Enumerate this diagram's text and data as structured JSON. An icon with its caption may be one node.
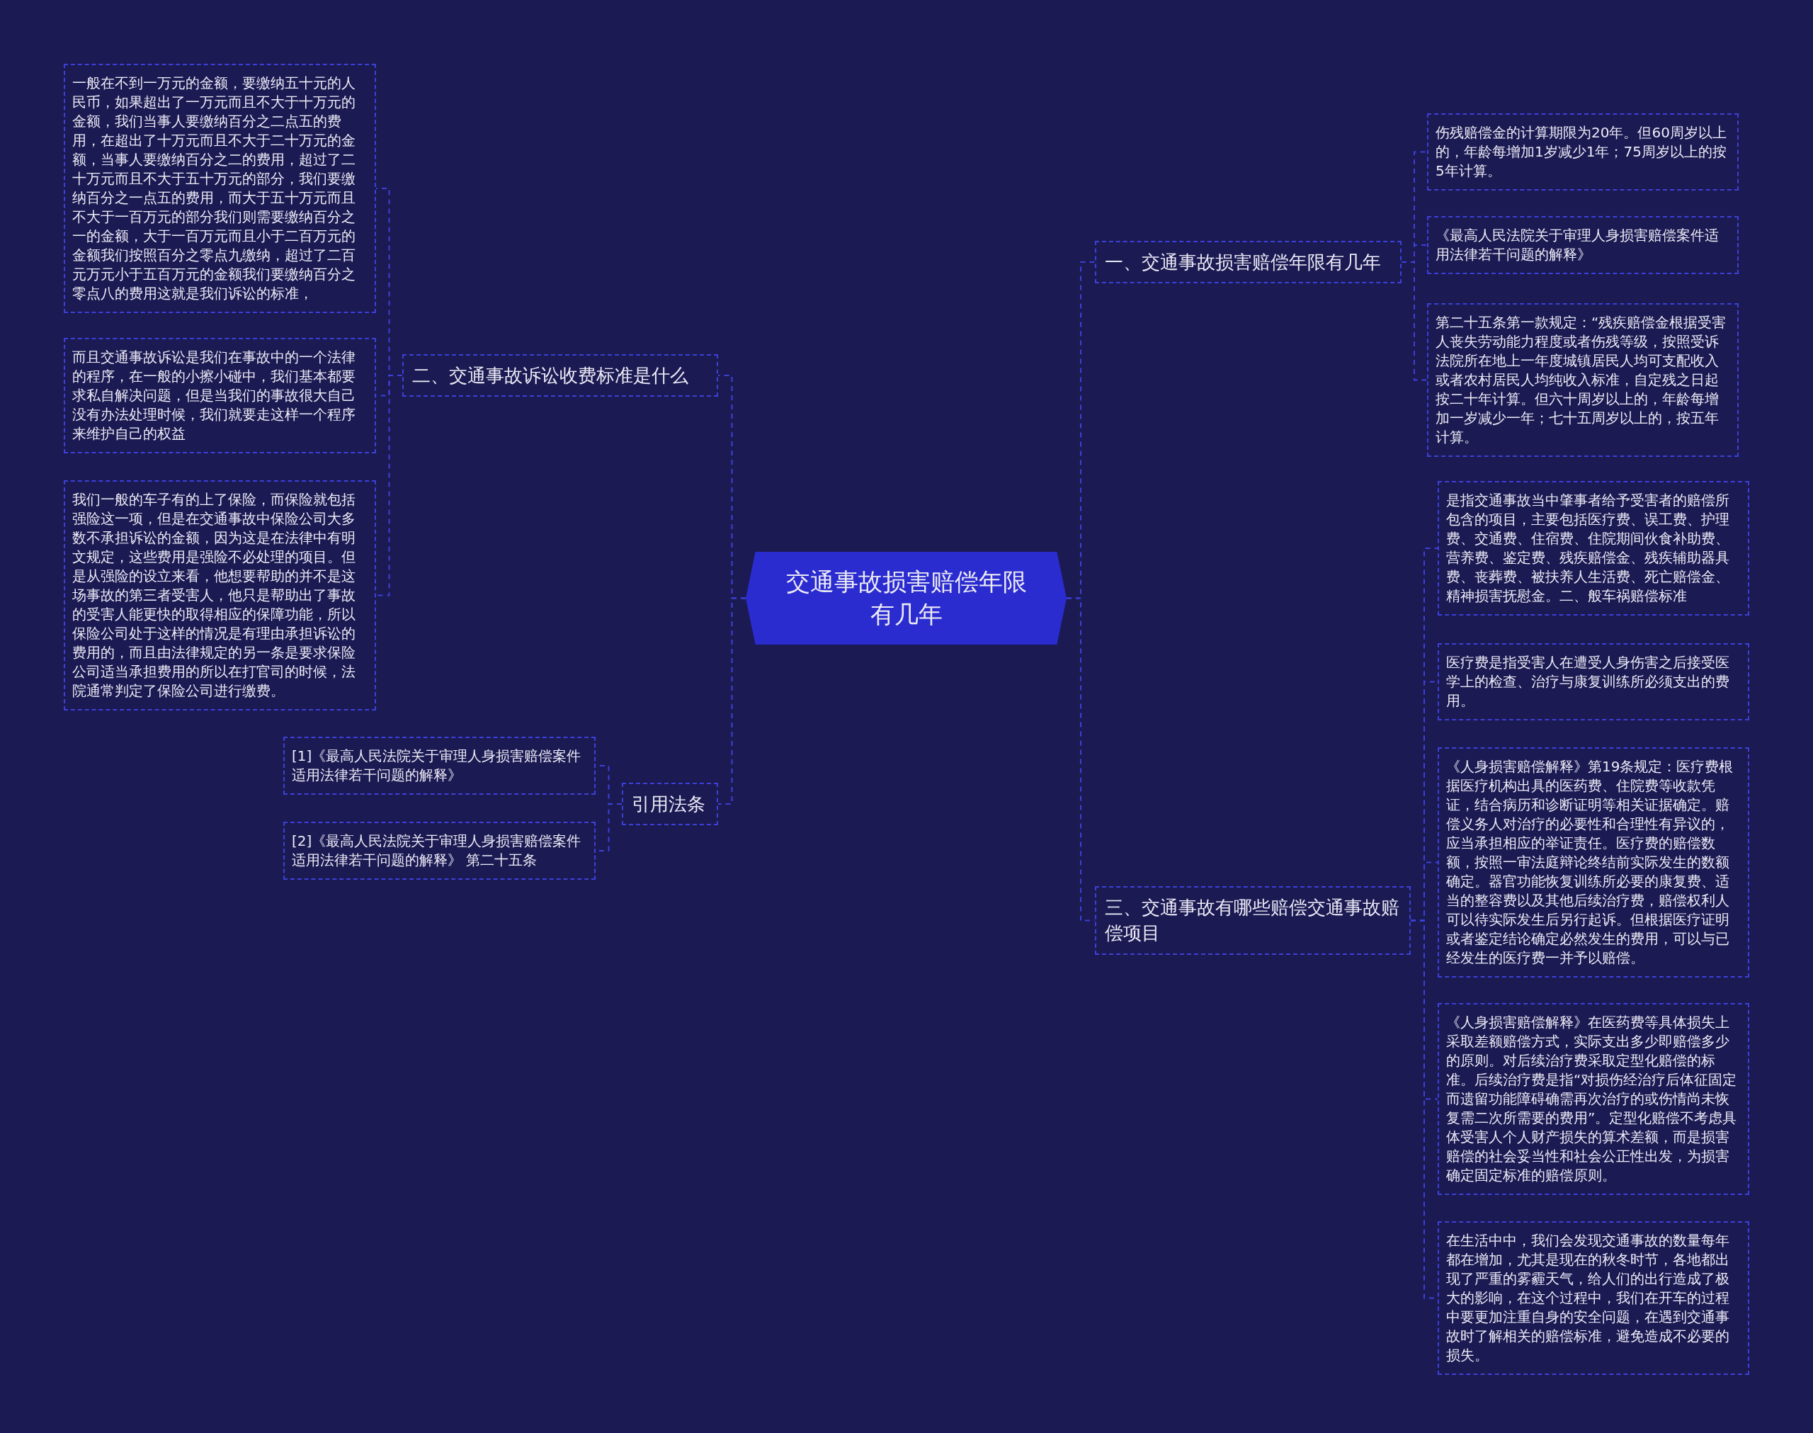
{
  "diagram": {
    "nodes": [
      {
        "text": [
          "交通事故损害赔偿年限有几年"
        ]
      },
      {
        "text": [
          "一、交通事故损害赔偿年限有几年"
        ]
      },
      {
        "text": [
          "伤残赔偿金的计算期限为20年。但60周岁以上的，年龄每增加1岁减少1年；75周岁以上的按5年计算。"
        ]
      },
      {
        "text": [
          "《最高人民法院关于审理人身损害赔偿案件适用法律若干问题的解释》"
        ]
      },
      {
        "text": [
          "第二十五条第一款规定：“残疾赔偿金根据受害人丧失劳动能力程度或者伤残等级，按照受诉法院所在地上一年度城镇居民人均可支配收入或者农村居民人均纯收入标准，自定残之日起按二十年计算。但六十周岁以上的，年龄每增加一岁减少一年；七十五周岁以上的，按五年计算。"
        ]
      },
      {
        "text": [
          "三、交通事故有哪些赔偿交通事故赔偿项目"
        ]
      },
      {
        "text": [
          "是指交通事故当中肇事者给予受害者的赔偿所包含的项目，主要包括医疗费、误工费、护理费、交通费、住宿费、住院期间伙食补助费、营养费、鉴定费、残疾赔偿金、残疾辅助器具费、丧葬费、被扶养人生活费、死亡赔偿金、精神损害抚慰金。二、般车祸赔偿标准"
        ]
      },
      {
        "text": [
          "医疗费是指受害人在遭受人身伤害之后接受医学上的检查、治疗与康复训练所必须支出的费用。"
        ]
      },
      {
        "text": [
          "《人身损害赔偿解释》第19条规定：医疗费根据医疗机构出具的医药费、住院费等收款凭证，结合病历和诊断证明等相关证据确定。赔偿义务人对治疗的必要性和合理性有异议的，应当承担相应的举证责任。医疗费的赔偿数额，按照一审法庭辩论终结前实际发生的数额确定。器官功能恢复训练所必要的康复费、适当的整容费以及其他后续治疗费，赔偿权利人可以待实际发生后另行起诉。但根据医疗证明或者鉴定结论确定必然发生的费用，可以与已经发生的医疗费一并予以赔偿。"
        ]
      },
      {
        "text": [
          "《人身损害赔偿解释》在医药费等具体损失上采取差额赔偿方式，实际支出多少即赔偿多少的原则。对后续治疗费采取定型化赔偿的标准。后续治疗费是指“对损伤经治疗后体征固定而遗留功能障碍确需再次治疗的或伤情尚未恢复需二次所需要的费用”。定型化赔偿不考虑具体受害人个人财产损失的算术差额，而是损害赔偿的社会妥当性和社会公正性出发，为损害确定固定标准的赔偿原则。"
        ]
      },
      {
        "text": [
          "在生活中中，我们会发现交通事故的数量每年都在增加，尤其是现在的秋冬时节，各地都出现了严重的雾霾天气，给人们的出行造成了极大的影响，在这个过程中，我们在开车的过程中要更加注重自身的安全问题，在遇到交通事故时了解相关的赔偿标准，避免造成不必要的损失。"
        ]
      },
      {
        "text": [
          "二、交通事故诉讼收费标准是什么"
        ]
      },
      {
        "text": [
          "一般在不到一万元的金额，要缴纳五十元的人民币，如果超出了一万元而且不大于十万元的金额，我们当事人要缴纳百分之二点五的费用，在超出了十万元而且不大于二十万元的金额，当事人要缴纳百分之二的费用，超过了二十万元而且不大于五十万元的部分，我们要缴纳百分之一点五的费用，而大于五十万元而且不大于一百万元的部分我们则需要缴纳百分之一的金额，大于一百万元而且小于二百万元的金额我们按照百分之零点九缴纳，超过了二百元万元小于五百万元的金额我们要缴纳百分之零点八的费用这就是我们诉讼的标准，"
        ]
      },
      {
        "text": [
          "而且交通事故诉讼是我们在事故中的一个法律的程序，在一般的小擦小碰中，我们基本都要求私自解决问题，但是当我们的事故很大自己没有办法处理时候，我们就要走这样一个程序来维护自己的权益"
        ]
      },
      {
        "text": [
          "我们一般的车子有的上了保险，而保险就包括强险这一项，但是在交通事故中保险公司大多数不承担诉讼的金额，因为这是在法律中有明文规定，这些费用是强险不必处理的项目。但是从强险的设立来看，他想要帮助的并不是这场事故的第三者受害人，他只是帮助出了事故的受害人能更快的取得相应的保障功能，所以保险公司处于这样的情况是有理由承担诉讼的费用的，而且由法律规定的另一条是要求保险公司适当承担费用的所以在打官司的时候，法院通常判定了保险公司进行缴费。"
        ]
      },
      {
        "text": [
          "引用法条"
        ]
      },
      {
        "text": [
          "[1]《最高人民法院关于审理人身损害赔偿案件适用法律若干问题的解释》"
        ]
      },
      {
        "text": [
          "[2]《最高人民法院关于审理人身损害赔偿案件适用法律若干问题的解释》 第二十五条"
        ]
      }
    ],
    "edges": [
      {
        "from": 0,
        "to": 1,
        "arrow": "none",
        "style": "dashed"
      },
      {
        "from": 1,
        "to": 2,
        "arrow": "none",
        "style": "dashed"
      },
      {
        "from": 1,
        "to": 3,
        "arrow": "none",
        "style": "dashed"
      },
      {
        "from": 1,
        "to": 4,
        "arrow": "none",
        "style": "dashed"
      },
      {
        "from": 0,
        "to": 5,
        "arrow": "none",
        "style": "dashed"
      },
      {
        "from": 5,
        "to": 6,
        "arrow": "none",
        "style": "dashed"
      },
      {
        "from": 5,
        "to": 7,
        "arrow": "none",
        "style": "dashed"
      },
      {
        "from": 5,
        "to": 8,
        "arrow": "none",
        "style": "dashed"
      },
      {
        "from": 5,
        "to": 9,
        "arrow": "none",
        "style": "dashed"
      },
      {
        "from": 5,
        "to": 10,
        "arrow": "none",
        "style": "dashed"
      },
      {
        "from": 0,
        "to": 11,
        "arrow": "none",
        "style": "dashed"
      },
      {
        "from": 11,
        "to": 12,
        "arrow": "none",
        "style": "dashed"
      },
      {
        "from": 11,
        "to": 13,
        "arrow": "none",
        "style": "dashed"
      },
      {
        "from": 11,
        "to": 14,
        "arrow": "none",
        "style": "dashed"
      },
      {
        "from": 0,
        "to": 15,
        "arrow": "none",
        "style": "dashed"
      },
      {
        "from": 15,
        "to": 16,
        "arrow": "none",
        "style": "dashed"
      },
      {
        "from": 15,
        "to": 17,
        "arrow": "none",
        "style": "dashed"
      }
    ]
  }
}
